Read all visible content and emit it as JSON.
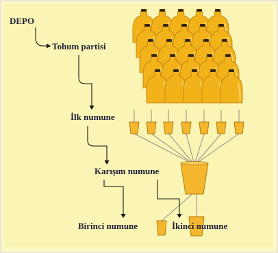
{
  "labels": {
    "depot": "DEPO",
    "seed_lot": "Tohum partisi",
    "primary_sample": "İlk numune",
    "composite_sample": "Karışım numune",
    "first_sample": "Birinci numune",
    "second_sample": "İkinci numune"
  },
  "colors": {
    "background": "#faf5b4",
    "sack": "#f2b21a",
    "sack_dark": "#c58a12",
    "cup": "#f5b72e",
    "line": "#8c8c8c",
    "text": "#1f1f3a"
  }
}
